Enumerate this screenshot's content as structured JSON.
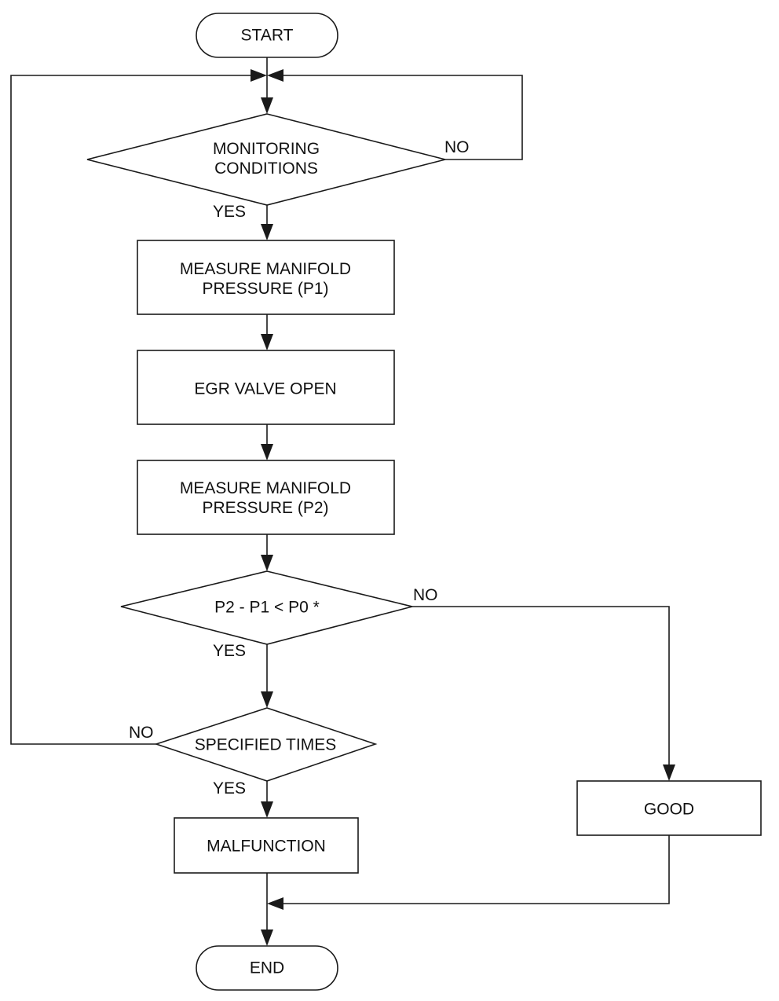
{
  "flowchart": {
    "start": "START",
    "monitoring": [
      "MONITORING",
      "CONDITIONS"
    ],
    "measure_p1": [
      "MEASURE MANIFOLD",
      "PRESSURE (P1)"
    ],
    "egr_open": "EGR VALVE OPEN",
    "measure_p2": [
      "MEASURE MANIFOLD",
      "PRESSURE (P2)"
    ],
    "compare": "P2 - P1 < P0 *",
    "specified_times": "SPECIFIED TIMES",
    "malfunction": "MALFUNCTION",
    "good": "GOOD",
    "end": "END",
    "yes_label": "YES",
    "no_label": "NO"
  }
}
